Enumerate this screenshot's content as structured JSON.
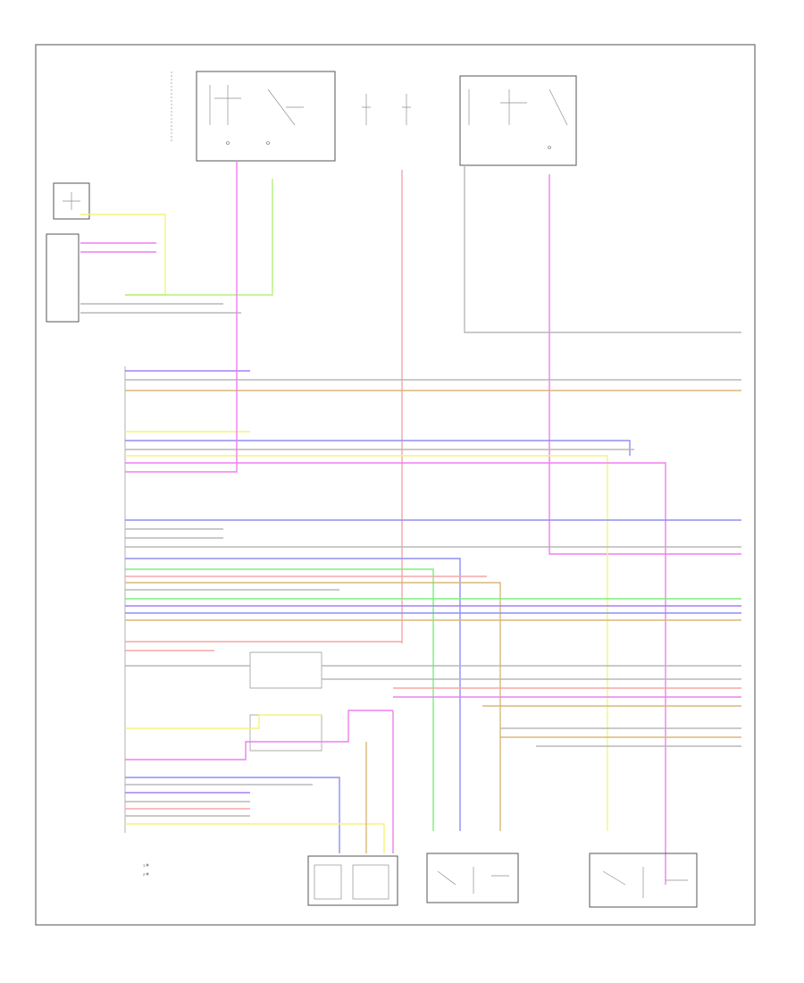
{
  "title": "",
  "footer_code": "",
  "legend": {
    "items": [
      {
        "num": "1",
        "text": "",
        "color": "#999999"
      },
      {
        "num": "2",
        "text": "",
        "color": "#999999"
      }
    ]
  },
  "colors": {
    "frame": "#6e6e6e",
    "wire_yellow": "#f4f47a",
    "wire_magenta": "#f07ef0",
    "wire_purple": "#a87ef0",
    "wire_blue": "#6f6ff4",
    "wire_green": "#7af07a",
    "wire_tan": "#d8b878",
    "wire_pink": "#f7a6a6",
    "wire_gray": "#b8b8b8"
  },
  "components": [
    {
      "id": "top-relay-left",
      "icon": "relay-icon"
    },
    {
      "id": "top-fuse-1",
      "icon": "fuse-icon"
    },
    {
      "id": "top-fuse-2",
      "icon": "fuse-icon"
    },
    {
      "id": "top-relay-right",
      "icon": "relay-icon"
    },
    {
      "id": "left-sensor",
      "icon": "sensor-icon"
    },
    {
      "id": "control-module",
      "icon": "module-icon"
    },
    {
      "id": "actuator-left",
      "icon": "motor-icon"
    },
    {
      "id": "actuator-center",
      "icon": "motor-icon"
    },
    {
      "id": "actuator-right",
      "icon": "motor-icon"
    }
  ]
}
